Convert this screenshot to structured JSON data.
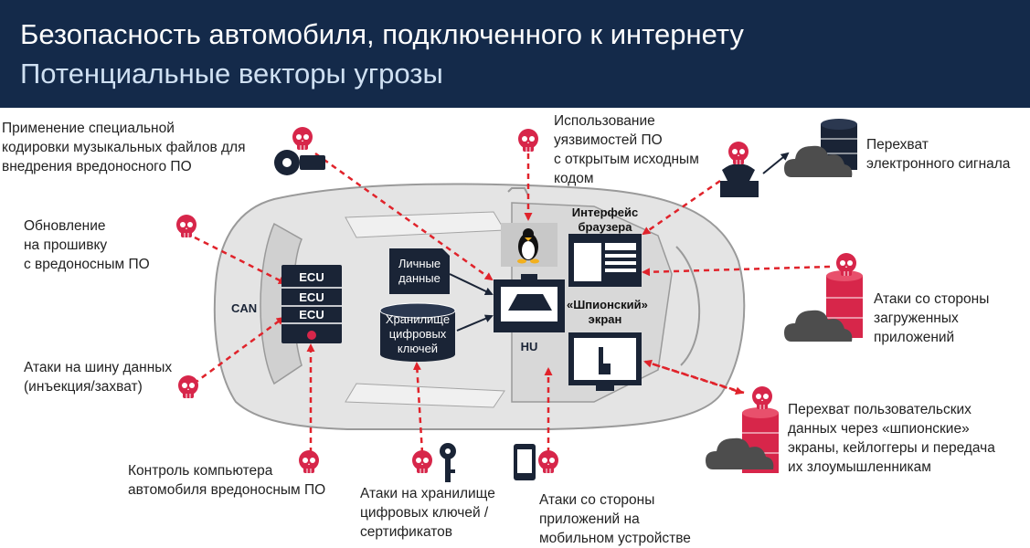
{
  "header": {
    "title": "Безопасность автомобиля, подключенного к интернету",
    "subtitle": "Потенциальные векторы угрозы"
  },
  "colors": {
    "header_bg": "#142a4a",
    "threat": "#d7264a",
    "arrow": "#e0232b",
    "box": "#1a2436"
  },
  "threats": {
    "music_encoding": "Применение специальной\nкодировки музыкальных файлов для\nвнедрения вредоносного ПО",
    "firmware_update": "Обновление\nна прошивку\nс вредоносным ПО",
    "bus_attack": "Атаки на шину данных\n(инъекция/захват)",
    "computer_control": "Контроль компьютера\nавтомобиля вредоносным ПО",
    "key_storage_attack": "Атаки на хранилище\nцифровых ключей /\nсертификатов",
    "mobile_app_attack": "Атаки со стороны\nприложений на\nмобильном устройстве",
    "open_source": "Использование\nуязвимостей ПО\nс открытым исходным\nкодом",
    "signal_intercept": "Перехват\nэлектронного сигнала",
    "downloaded_apps": "Атаки со стороны\nзагруженных\nприложений",
    "spy_screens": "Перехват пользовательских\nданных через «шпионские»\nэкраны, кейлоггеры и передача\nих злоумышленникам"
  },
  "components": {
    "can": "CAN",
    "ecu": [
      "ECU",
      "ECU",
      "ECU"
    ],
    "personal_data": "Личные\nданные",
    "key_storage": "Хранилище\nцифровых\nключей",
    "hu": "HU",
    "browser": "Интерфейс\nбраузера",
    "spy_screen": "«Шпионский»\nэкран"
  },
  "icons": [
    "skull-icon",
    "linux-penguin-icon",
    "database-icon",
    "cloud-icon",
    "hacker-icon",
    "key-icon",
    "smartphone-icon",
    "music-player-icon",
    "touchscreen-icon",
    "browser-window-icon",
    "head-unit-icon"
  ]
}
